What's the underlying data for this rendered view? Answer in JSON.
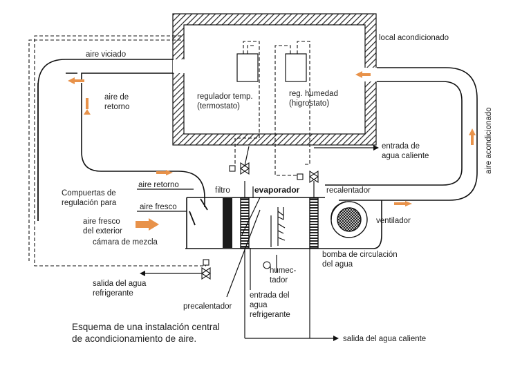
{
  "labels": {
    "local": "local acondicionado",
    "aire_viciado": "aire viciado",
    "aire_retorno_1": "aire de",
    "aire_retorno_2": "retorno",
    "reg_temp_1": "regulador temp.",
    "reg_temp_2": "(termostato)",
    "reg_hum_1": "reg. humedad",
    "reg_hum_2": "(higrostato)",
    "aire_acondicionado": "aire acondicionado",
    "entrada_caliente_1": "entrada de",
    "entrada_caliente_2": "agua caliente",
    "compuertas_1": "Compuertas de",
    "compuertas_2": "regulación para",
    "aire_retorno_c": "aire retorno",
    "aire_fresco_c": "aire fresco",
    "aire_exterior_1": "aire fresco",
    "aire_exterior_2": "del exterior",
    "camara": "cámara de mezcla",
    "filtro": "filtro",
    "evaporador": "evaporador",
    "recalentador": "recalentador",
    "ventilador": "ventilador",
    "bomba_1": "bomba de circulación",
    "bomba_2": "del agua",
    "humectador_1": "humec-",
    "humectador_2": "tador",
    "salida_refrig_1": "salida del agua",
    "salida_refrig_2": "refrigerante",
    "precalentador": "precalentador",
    "entrada_refrig_1": "entrada del",
    "entrada_refrig_2": "agua",
    "entrada_refrig_3": "refrigerante",
    "salida_caliente": "salida del agua caliente"
  },
  "caption": {
    "line1": "Esquema de una instalación central",
    "line2": "de acondicionamiento de aire."
  },
  "colors": {
    "arrow": "#e8924a",
    "line": "#111111"
  }
}
